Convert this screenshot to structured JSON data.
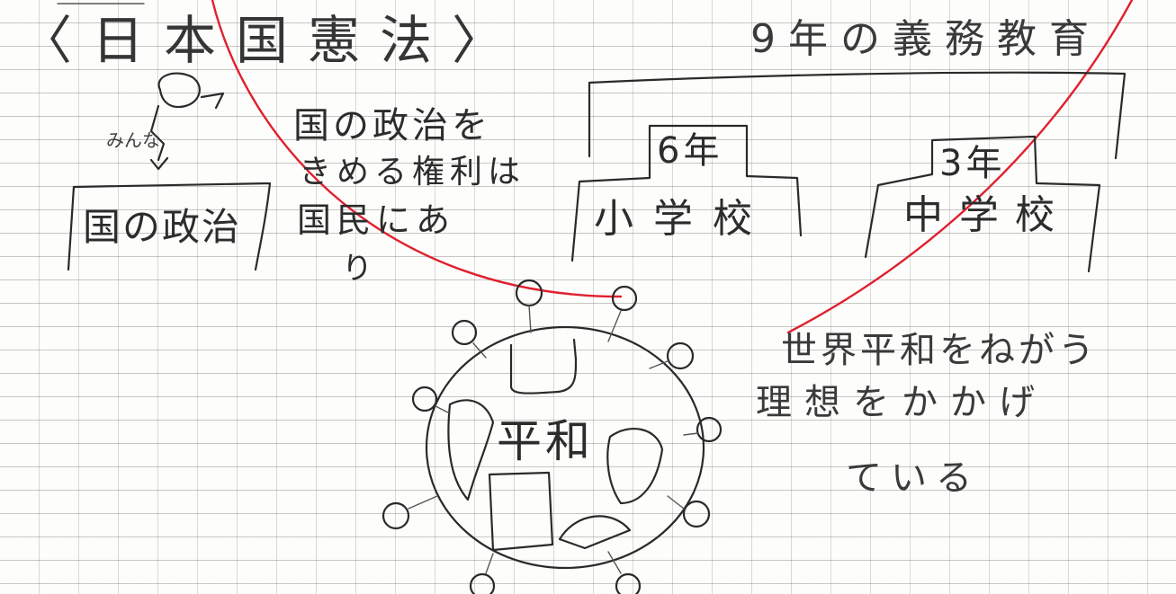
{
  "notebook": {
    "title": "〈日本国憲法〉",
    "left_section": {
      "arrow_label": "みんな",
      "box_label": "国の政治",
      "note_line1": "国の政治を",
      "note_line2": "きめる権利は",
      "note_line3": "国民にあ",
      "note_line4": "り"
    },
    "right_section": {
      "heading": "9年の義務教育",
      "elementary_years": "6年",
      "elementary_label": "小学校",
      "junior_years": "3年",
      "junior_label": "中学校"
    },
    "globe": {
      "center_label": "平和"
    },
    "peace_note": {
      "line1": "世界平和をねがう",
      "line2": "理想をかかげ",
      "line3": "ている"
    },
    "ink_colors": {
      "pencil": "#2a2a2a",
      "red_pen": "#e0202e",
      "grid": "#8c8c8c"
    }
  }
}
